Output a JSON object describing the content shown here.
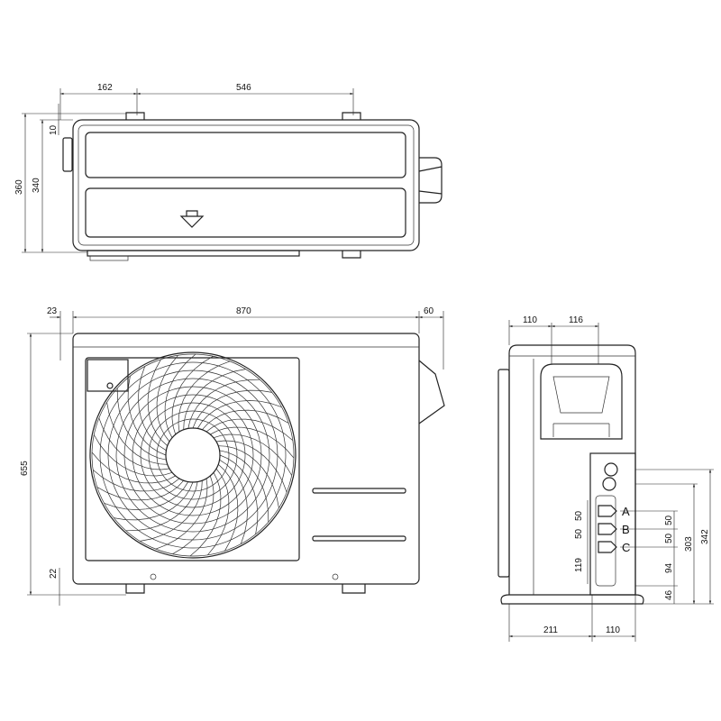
{
  "top_view": {
    "dims": {
      "offset": "162",
      "bracket_spacing": "546",
      "depth_total": "360",
      "depth_body": "340",
      "offset_small": "10"
    }
  },
  "front_view": {
    "dims": {
      "left_offset": "23",
      "width": "870",
      "right_offset": "60",
      "height": "655",
      "foot_height": "22"
    }
  },
  "side_view": {
    "dims": {
      "top_left": "110",
      "top_window": "116",
      "bottom_left": "211",
      "bottom_right": "110",
      "right_ab": "50",
      "right_bc": "50",
      "right_c": "94",
      "right_base": "46",
      "right_303": "303",
      "right_342": "342",
      "left_ab": "50",
      "left_bc": "50",
      "left_c": "119"
    },
    "ports": [
      "A",
      "B",
      "C"
    ]
  }
}
